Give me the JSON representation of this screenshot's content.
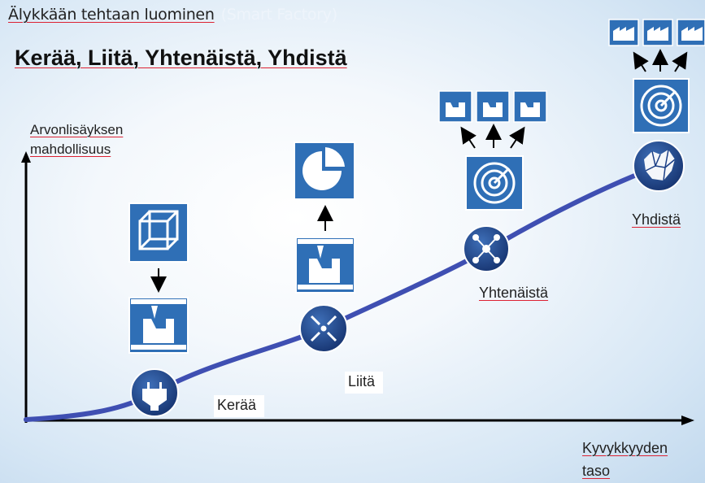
{
  "header": {
    "subtitle": "Älykkään tehtaan luominen",
    "subtitle_faded": "(Smart Factory)",
    "title": "Kerää, Liitä, Yhtenäistä, Yhdistä"
  },
  "axes": {
    "y_label_line1": "Arvonlisäyksen",
    "y_label_line2": "mahdollisuus",
    "x_label_line1": "Kyvykkyyden",
    "x_label_line2": "taso"
  },
  "stages": [
    {
      "label": "Kerää",
      "node_icon": "plug-icon",
      "stack_icons": [
        "cube-icon",
        "machine-icon"
      ]
    },
    {
      "label": "Liitä",
      "node_icon": "converge-arrows-icon",
      "stack_icons": [
        "machine-icon",
        "pie-chart-icon"
      ]
    },
    {
      "label": "Yhtenäistä",
      "node_icon": "network-icon",
      "stack_icons": [
        "radar-icon",
        "machine-icon",
        "machine-icon",
        "machine-icon"
      ]
    },
    {
      "label": "Yhdistä",
      "node_icon": "mesh-icon",
      "stack_icons": [
        "radar-icon",
        "factory-icon",
        "factory-icon",
        "factory-icon"
      ]
    }
  ],
  "colors": {
    "icon_blue": "#2f6fb6",
    "curve": "#3f4fb2",
    "node": "#1b3f86"
  }
}
